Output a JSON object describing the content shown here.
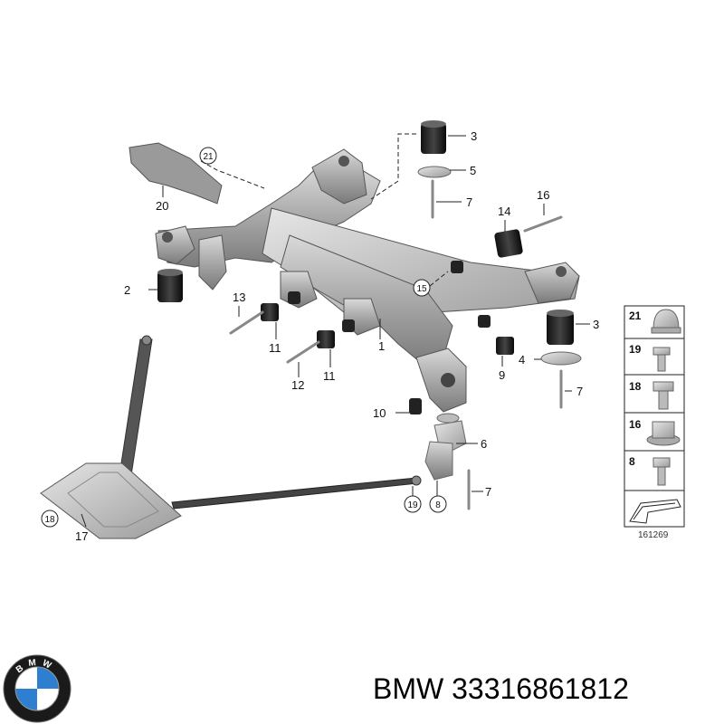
{
  "parts": {
    "p1": "1",
    "p2": "2",
    "p3a": "3",
    "p3b": "3",
    "p4": "4",
    "p5": "5",
    "p6": "6",
    "p7a": "7",
    "p7b": "7",
    "p7c": "7",
    "p8": "8",
    "p9": "9",
    "p10": "10",
    "p11a": "11",
    "p11b": "11",
    "p12": "12",
    "p13": "13",
    "p14": "14",
    "p15": "15",
    "p16": "16",
    "p17": "17",
    "p18": "18",
    "p19": "19",
    "p20": "20",
    "p21": "21"
  },
  "legend": {
    "items": [
      "21",
      "19",
      "18",
      "16",
      "8"
    ]
  },
  "reference_number": "161269",
  "brand": {
    "name": "BMW",
    "part_number": "33316861812"
  },
  "logo_letters": [
    "B",
    "M",
    "W"
  ]
}
